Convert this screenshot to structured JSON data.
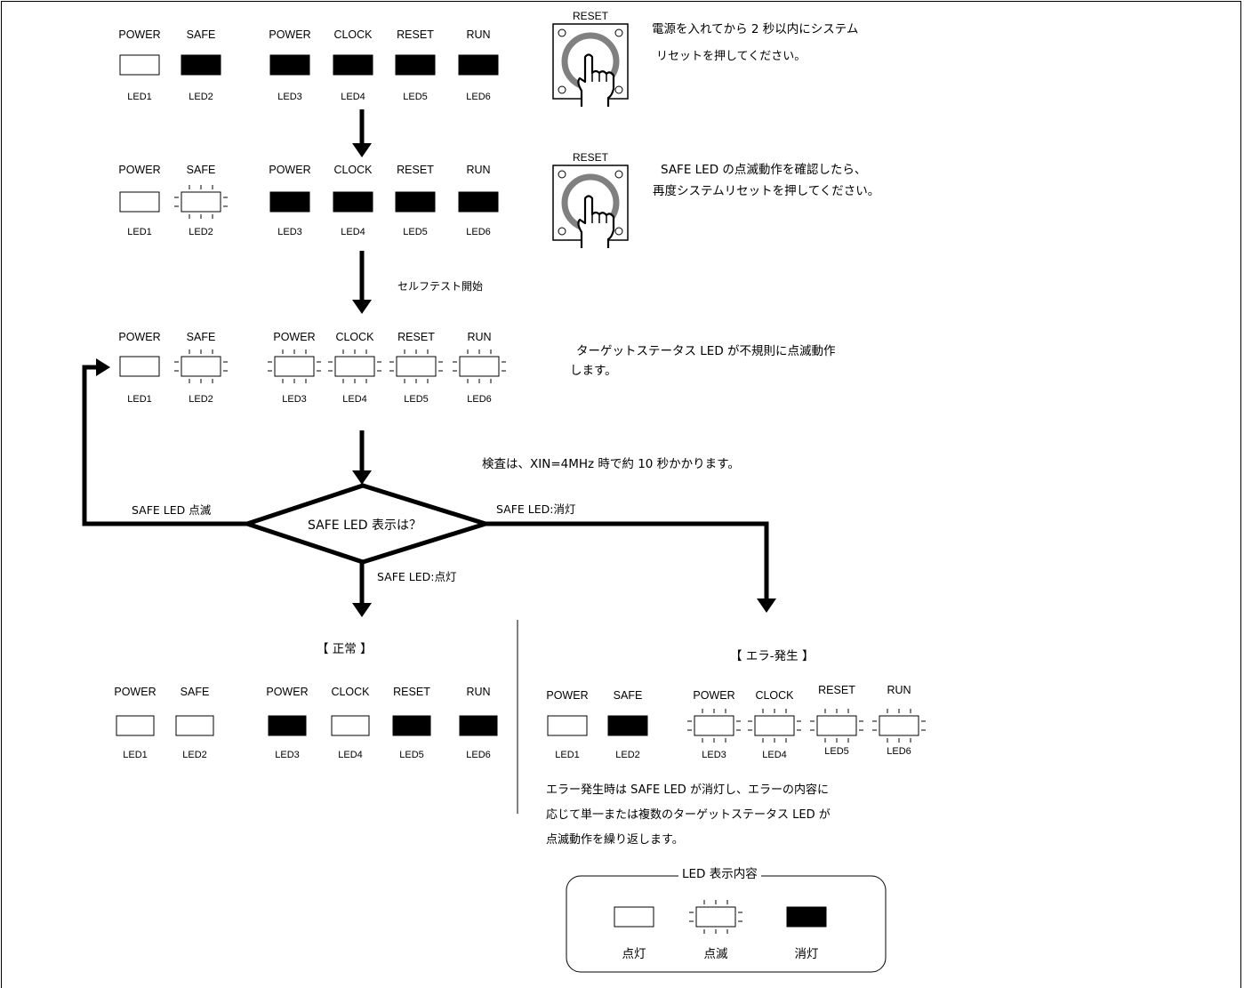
{
  "led_top_labels": [
    "POWER",
    "SAFE",
    "POWER",
    "CLOCK",
    "RESET",
    "RUN"
  ],
  "led_bottom_labels": [
    "LED1",
    "LED2",
    "LED3",
    "LED4",
    "LED5",
    "LED6"
  ],
  "legend_states": {
    "on": "点灯",
    "blink": "点滅",
    "off": "消灯"
  },
  "rows": [
    {
      "id": "row1",
      "states": [
        "on",
        "off",
        "off",
        "off",
        "off",
        "off"
      ]
    },
    {
      "id": "row2",
      "states": [
        "on",
        "blink",
        "off",
        "off",
        "off",
        "off"
      ]
    },
    {
      "id": "row3",
      "states": [
        "on",
        "blink",
        "blink",
        "blink",
        "blink",
        "blink"
      ]
    },
    {
      "id": "normal",
      "states": [
        "on",
        "on",
        "off",
        "on",
        "off",
        "off"
      ]
    },
    {
      "id": "error",
      "states": [
        "on",
        "off",
        "blink",
        "blink",
        "blink",
        "blink"
      ]
    }
  ],
  "reset_button_label": "RESET",
  "step1_text_line1": "電源を入れてから 2 秒以内にシステム",
  "step1_text_line2": "リセットを押してください。",
  "step2_text_line1": "SAFE LED の点滅動作を確認したら、",
  "step2_text_line2": "再度システムリセットを押してください。",
  "selftest_label": "セルフテスト開始",
  "step3_text_line1": "ターゲットステータス LED が不規則に点滅動作",
  "step3_text_line2": "します。",
  "inspection_note": "検査は、XIN=4MHz 時で約 10 秒かかります。",
  "decision_label": "SAFE  LED 表示は？",
  "branch_blink_label": "SAFE LED 点滅",
  "branch_off_label": "SAFE  LED:消灯",
  "branch_on_label": "SAFE  LED:点灯",
  "normal_title": "【  正常  】",
  "error_title": "【  エラ-発生  】",
  "error_text_line1": "エラー発生時は SAFE LED が消灯し、エラーの内容に",
  "error_text_line2": "応じて単一または複数のターゲットステータス LED が",
  "error_text_line3": "点滅動作を繰り返します。",
  "legend_title": "LED 表示内容",
  "colors": {
    "line": "#000000",
    "button_ring": "#808080",
    "lit": "#ffffff",
    "unlit": "#000000"
  }
}
